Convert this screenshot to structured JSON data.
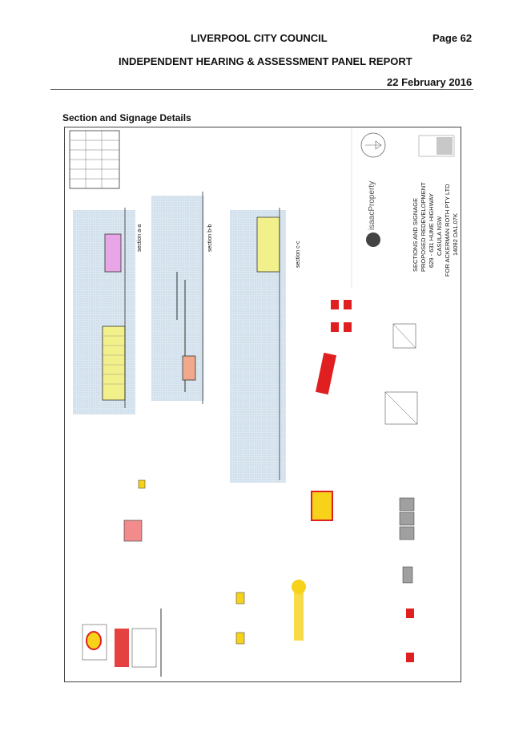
{
  "header": {
    "council": "LIVERPOOL CITY COUNCIL",
    "page": "Page 62",
    "report": "INDEPENDENT HEARING & ASSESSMENT PANEL REPORT",
    "date": "22 February 2016"
  },
  "section_title": "Section and Signage Details",
  "drawing": {
    "logo_text": "isaacProperty",
    "title_lines": [
      "SECTIONS AND SIGNAGE",
      "PROPOSED REDEVELOPMENT",
      "629 - 631 HUME HIGHWAY",
      "CASULA  NSW",
      "FOR ACKERMAN ROTH PTY LTD",
      "14092  DA1.07K"
    ],
    "sections": [
      "section a-a",
      "section b-b",
      "section c-c"
    ],
    "colors": {
      "hatch_blue": "#dbe8f2",
      "yellow": "#f2f08a",
      "pink": "#e9a6e6",
      "red": "#e02020",
      "shell_yellow": "#f6d21a"
    }
  }
}
